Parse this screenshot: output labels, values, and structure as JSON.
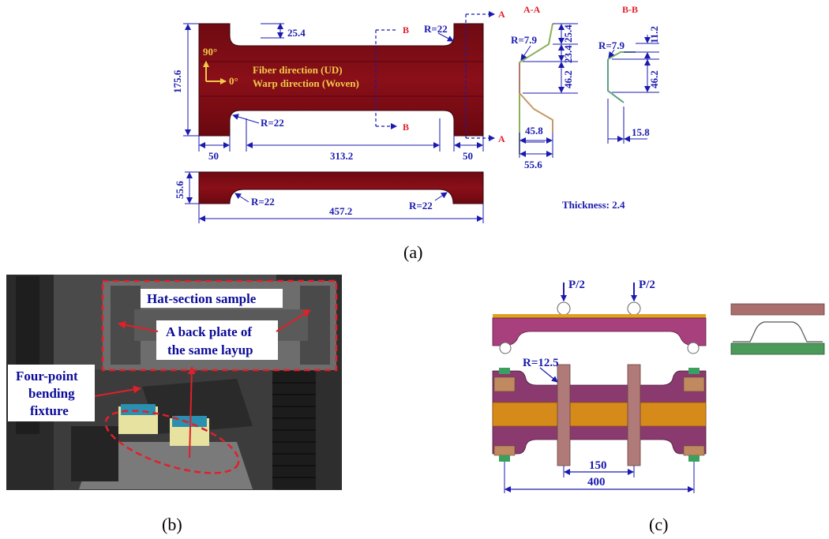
{
  "panel_a": {
    "caption": "(a)",
    "dims": {
      "d_25_4": "25.4",
      "d_175_6": "175.6",
      "d_50_left": "50",
      "d_313_2": "313.2",
      "d_50_right": "50",
      "d_55_6": "55.6",
      "d_457_2": "457.2",
      "r22_top": "R=22",
      "r22_mid": "R=22",
      "r22_low_left": "R=22",
      "r22_low_right": "R=22"
    },
    "section_marks": {
      "a": "A",
      "b": "B"
    },
    "axis": {
      "deg90": "90°",
      "deg0": "0°"
    },
    "fiber_label": "Fiber direction (UD)",
    "warp_label": "Warp direction (Woven)",
    "section_aa": {
      "title": "A-A",
      "r": "R=7.9",
      "d1": "25.4",
      "d2": "23.4",
      "d3": "46.2",
      "d4": "45.8",
      "d5": "55.6"
    },
    "section_bb": {
      "title": "B-B",
      "r": "R=7.9",
      "d1": "11.2",
      "d2": "46.2",
      "d3": "15.8"
    },
    "thickness": "Thickness: 2.4",
    "colors": {
      "part": "#7a0a14",
      "dim": "#1a1ab0",
      "red": "#e0202a",
      "axis": "#f2c94a"
    }
  },
  "panel_b": {
    "caption": "(b)",
    "label_sample": "Hat-section sample",
    "label_backplate_1": "A back plate of",
    "label_backplate_2": "the same layup",
    "label_fixture_1": "Four-point",
    "label_fixture_2": "bending",
    "label_fixture_3": "fixture"
  },
  "panel_c": {
    "caption": "(c)",
    "load_left": "P/2",
    "load_right": "P/2",
    "radius": "R=12.5",
    "span_inner": "150",
    "span_outer": "400"
  }
}
